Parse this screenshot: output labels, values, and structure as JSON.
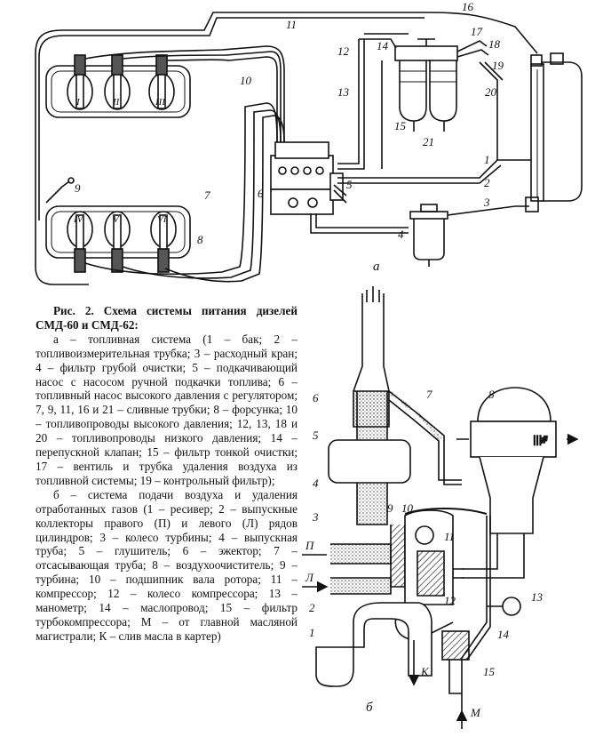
{
  "figure": {
    "title": "Рис. 2. Схема системы питания дизелей СМД-60 и СМД-62:",
    "legend_a": "а – топливная система (1 – бак; 2 – топливоизмерительная трубка; 3 – расходный кран; 4 – фильтр грубой очистки; 5 – подкачивающий насос с насосом ручной подкачки топлива; 6 – топливный насос высокого давления с регулятором; 7, 9, 11, 16 и 21 – сливные трубки; 8 – форсунка; 10 – топливопроводы высокого давления; 12, 13, 18 и 20 – топливопроводы низкого давления; 14 – перепускной клапан; 15 – фильтр тонкой очистки; 17 – вентиль и трубка удаления воздуха из топливной системы; 19 – контрольный фильтр);",
    "legend_b": "б – система подачи воздуха и удаления отработанных газов (1 – ресивер; 2 – выпускные коллекторы правого (П) и левого (Л) рядов цилиндров; 3 – колесо турбины; 4 – выпускная труба; 5 – глушитель; 6 – эжектор; 7 – отсасывающая труба; 8 – воздухоочиститель; 9 – турбина; 10 – подшипник вала ротора; 11 – компрессор; 12 – колесо компрессора; 13 – манометр; 14 – маслопровод; 15 – фильтр турбокомпрессора; М – от главной масляной магистрали; К – слив масла в картер)"
  },
  "diagram_a": {
    "panel_label": "а",
    "callouts": [
      "1",
      "2",
      "3",
      "4",
      "5",
      "6",
      "7",
      "8",
      "9",
      "10",
      "11",
      "12",
      "13",
      "14",
      "15",
      "16",
      "17",
      "18",
      "19",
      "20",
      "21"
    ],
    "cylinders_top": [
      "I",
      "II",
      "III"
    ],
    "cylinders_bottom": [
      "IV",
      "V",
      "VI"
    ]
  },
  "diagram_b": {
    "panel_label": "б",
    "callouts": [
      "1",
      "2",
      "3",
      "4",
      "5",
      "6",
      "7",
      "8",
      "9",
      "10",
      "11",
      "12",
      "13",
      "14",
      "15"
    ],
    "flow_labels": {
      "right_row": "П",
      "left_row": "Л",
      "oil_in": "М",
      "oil_drain": "К"
    }
  }
}
